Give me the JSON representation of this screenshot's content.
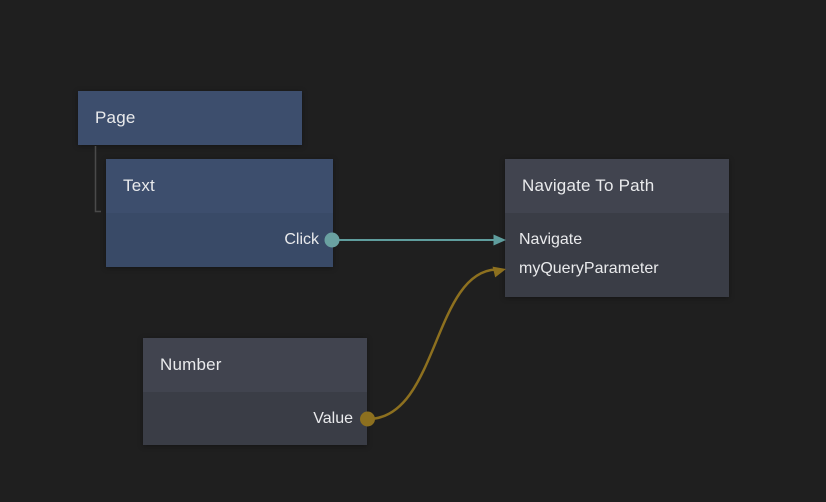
{
  "canvas": {
    "background": "#1f1f1f"
  },
  "colors": {
    "bg": "#1f1f1f",
    "blue_node_header": "#3d4e6d",
    "blue_node_body": "#394a67",
    "gray_node_header": "#41444f",
    "gray_node_body": "#3a3d46",
    "signal_teal": "#5f9d9d",
    "port_teal": "#6aa1a1",
    "value_gold": "#8d701f",
    "hierarchy_line": "#4a4a4a",
    "text": "#e9eaec"
  },
  "nodes": {
    "page": {
      "title": "Page"
    },
    "text": {
      "title": "Text",
      "outputs": [
        {
          "label": "Click",
          "type": "signal"
        }
      ]
    },
    "navigate_to_path": {
      "title": "Navigate To Path",
      "inputs": [
        {
          "label": "Navigate",
          "type": "signal"
        },
        {
          "label": "myQueryParameter",
          "type": "value"
        }
      ]
    },
    "number": {
      "title": "Number",
      "outputs": [
        {
          "label": "Value",
          "type": "value"
        }
      ]
    }
  },
  "hierarchy": [
    {
      "parent": "Page",
      "child": "Text"
    }
  ],
  "connections": [
    {
      "from": "Text.Click",
      "to": "Navigate To Path.Navigate",
      "type": "signal",
      "color": "#5f9d9d"
    },
    {
      "from": "Number.Value",
      "to": "Navigate To Path.myQueryParameter",
      "type": "value",
      "color": "#8d701f"
    }
  ]
}
